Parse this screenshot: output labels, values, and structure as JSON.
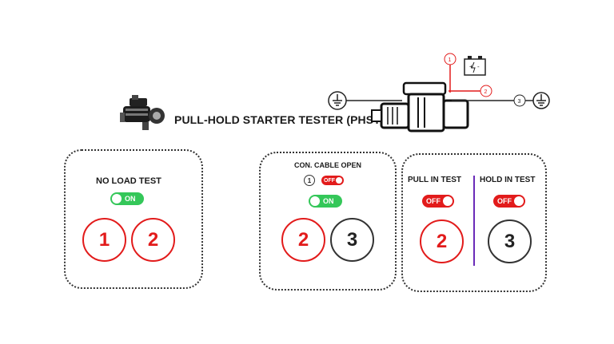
{
  "header": {
    "title": "PULL-HOLD STARTER TESTER (PHST)"
  },
  "diagram": {
    "terminal_1": "1",
    "terminal_2": "2",
    "terminal_3": "3"
  },
  "panel_no_load": {
    "label": "NO LOAD TEST",
    "toggle": "ON",
    "buttons": [
      "1",
      "2"
    ]
  },
  "panel_cable": {
    "label": "CON. CABLE OPEN",
    "mini_terminal": "1",
    "mini_toggle": "OFF",
    "toggle": "ON",
    "buttons": [
      "2",
      "3"
    ]
  },
  "panel_pull_hold": {
    "pull_label": "PULL IN TEST",
    "pull_toggle": "OFF",
    "pull_button": "2",
    "hold_label": "HOLD IN TEST",
    "hold_toggle": "OFF",
    "hold_button": "3"
  },
  "colors": {
    "red": "#e21b1b",
    "green": "#34c759",
    "divider": "#6a2bb8",
    "dark": "#333333"
  }
}
